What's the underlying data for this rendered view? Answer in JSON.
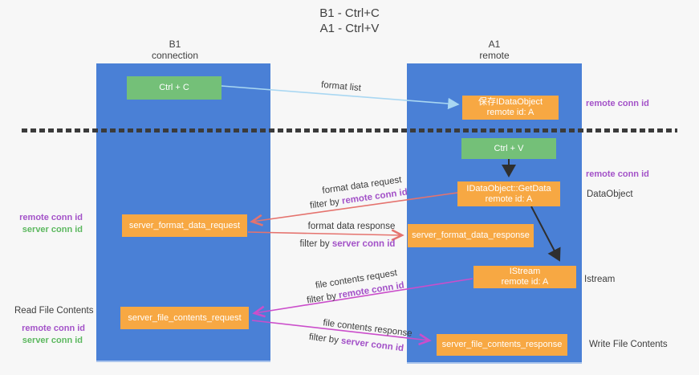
{
  "title": {
    "line1": "B1 - Ctrl+C",
    "line2": "A1 - Ctrl+V"
  },
  "lanes": {
    "b1": {
      "name": "B1",
      "subtitle": "connection"
    },
    "a1": {
      "name": "A1",
      "subtitle": "remote"
    }
  },
  "nodes": {
    "ctrl_c": "Ctrl + C",
    "ctrl_v": "Ctrl + V",
    "save_idataobject": {
      "line1": "保存IDataObject",
      "line2": "remote id: A"
    },
    "getdata": {
      "line1": "IDataObject::GetData",
      "line2": "remote id: A"
    },
    "istream": {
      "line1": "IStream",
      "line2": "remote id: A"
    },
    "server_format_data_request": "server_format_data_request",
    "server_format_data_response": "server_format_data_response",
    "server_file_contents_request": "server_file_contents_request",
    "server_file_contents_response": "server_file_contents_response"
  },
  "arrow_labels": {
    "format_list": "format list",
    "format_data_request": "format data request",
    "format_data_request_filter": {
      "prefix": "filter by ",
      "highlight": "remote conn id"
    },
    "format_data_response": "format data response",
    "format_data_response_filter": {
      "prefix": "filter by ",
      "highlight": "server conn id"
    },
    "file_contents_request": "file contents request",
    "file_contents_request_filter": {
      "prefix": "filter by ",
      "highlight": "remote conn id"
    },
    "file_contents_response": "file contents response",
    "file_contents_response_filter": {
      "prefix": "filter by ",
      "highlight": "server conn id"
    }
  },
  "side_labels": {
    "right": {
      "remote_conn_id_top": "remote conn id",
      "remote_conn_id_mid": "remote conn id",
      "dataobject": "DataObject",
      "istream": "Istream",
      "write_file_contents": "Write File Contents"
    },
    "left": {
      "remote_conn_id_format": "remote conn id",
      "server_conn_id_format": "server conn id",
      "read_file_contents": "Read File Contents",
      "remote_conn_id_file": "remote conn id",
      "server_conn_id_file": "server conn id"
    }
  },
  "colors": {
    "lane_blue": "#4a80d6",
    "box_green": "#74c078",
    "box_orange": "#f7a843",
    "purple_label": "#a352c8",
    "green_label": "#5cb85f",
    "arrow_light_blue": "#a9d7f2",
    "arrow_salmon": "#e5736e",
    "arrow_magenta": "#cb4ecb",
    "arrow_black": "#2f2f2f",
    "divider_dark": "#3b3b3b",
    "background": "#f7f7f7",
    "text_dark": "#3c3c3c"
  }
}
